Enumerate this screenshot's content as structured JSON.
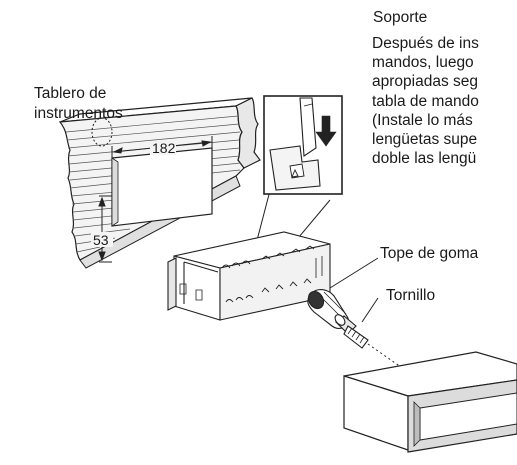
{
  "labels": {
    "soporte": "Soporte",
    "tablero_line1": "Tablero de",
    "tablero_line2": "instrumentos",
    "tope": "Tope de goma",
    "tornillo": "Tornillo"
  },
  "instruction_lines": [
    "Después de ins",
    "mandos, luego",
    "apropiadas seg",
    "tabla de mando",
    "(Instale lo más",
    "lengüetas supe",
    "doble las lengü"
  ],
  "dimensions": {
    "width": "182",
    "height": "53"
  }
}
